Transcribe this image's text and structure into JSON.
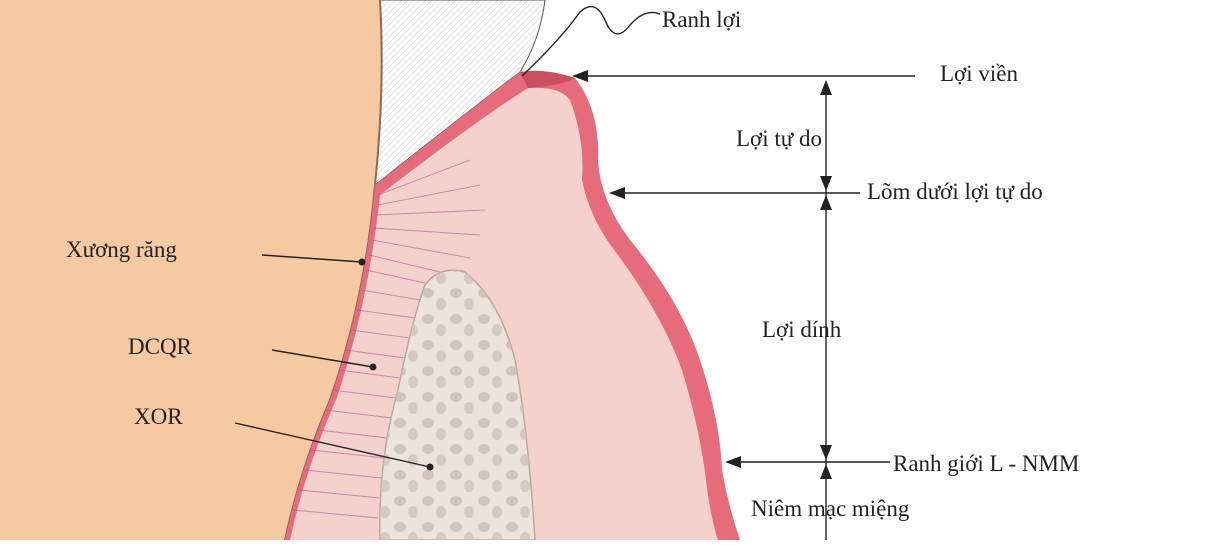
{
  "labels": {
    "gingival_sulcus": "Ranh lợi",
    "marginal_gingiva": "Lợi viền",
    "free_gingiva": "Lợi tự do",
    "free_gingival_groove": "Lõm dưới lợi tự do",
    "attached_gingiva": "Lợi dính",
    "mucogingival_junction": "Ranh giới L - NMM",
    "oral_mucosa": "Niêm mạc miệng",
    "cementum": "Xương răng",
    "periodontal_ligament": "DCQR",
    "alveolar_bone": "XOR"
  },
  "colors": {
    "tooth": "#f7c9a3",
    "gingiva_outer": "#e66b7b",
    "gingiva_inner": "#f4d1cc",
    "bone": "#ebe3dc",
    "ligament_fibers": "#b04a9a",
    "line": "#222222"
  }
}
